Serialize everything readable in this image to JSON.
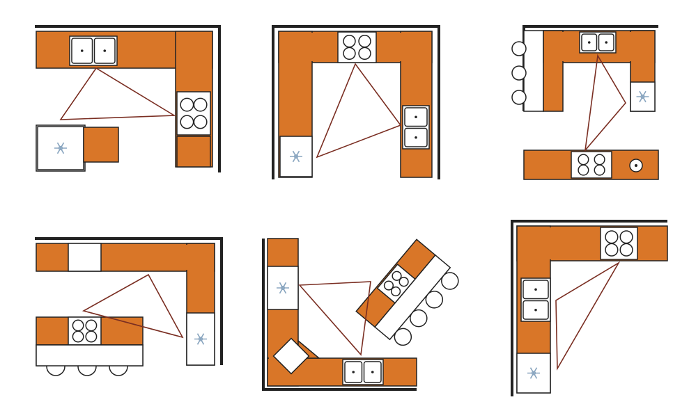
{
  "colors": {
    "counter": "#D97628",
    "appliance": "#FFFFFF",
    "outline": "#222222",
    "triangle": "#7A2E22",
    "snowflake": "#8AA6C0"
  },
  "icons": [
    "sink-icon",
    "cooktop-icon",
    "refrigerator-snowflake-icon",
    "stool-icon",
    "work-triangle"
  ],
  "layouts": [
    {
      "name": "g-shape-with-island-left"
    },
    {
      "name": "u-shape"
    },
    {
      "name": "u-shape-with-island"
    },
    {
      "name": "l-shape-with-island"
    },
    {
      "name": "l-shape-with-angled-peninsula"
    },
    {
      "name": "l-shape"
    }
  ]
}
